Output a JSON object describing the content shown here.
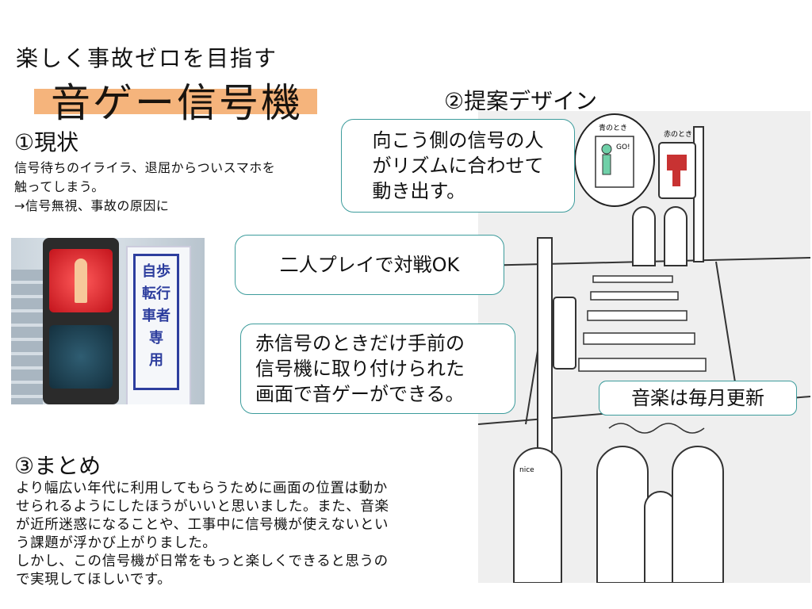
{
  "subtitle": "楽しく事故ゼロを目指す",
  "title": "音ゲー信号機",
  "section1": {
    "heading": "①現状",
    "body": "信号待ちのイライラ、退屈からついスマホを\n触ってしまう。\n→信号無視、事故の原因に"
  },
  "photo": {
    "sign_text": "自歩\n転行\n車者\n専\n用"
  },
  "section2": {
    "heading": "②提案デザイン",
    "callouts": [
      "向こう側の信号の人\nがリズムに合わせて\n動き出す。",
      "二人プレイで対戦OK",
      "赤信号のときだけ手前の\n信号機に取り付けられた\n画面で音ゲーができる。",
      "音楽は毎月更新"
    ],
    "sketch_labels": {
      "blue": "青のとき",
      "red": "赤のとき",
      "go": "GO!",
      "nice": "nice"
    }
  },
  "section3": {
    "heading": "③まとめ",
    "body": "より幅広い年代に利用してもらうために画面の位置は動か\nせられるようにしたほうがいいと思いました。また、音楽\nが近所迷惑になることや、工事中に信号機が使えないとい\nう課題が浮かび上がりました。\nしかし、この信号機が日常をもっと楽しくできると思うの\nで実現してほしいです。"
  },
  "colors": {
    "accent_band": "#f3a765",
    "callout_border": "#3d9c9c"
  }
}
